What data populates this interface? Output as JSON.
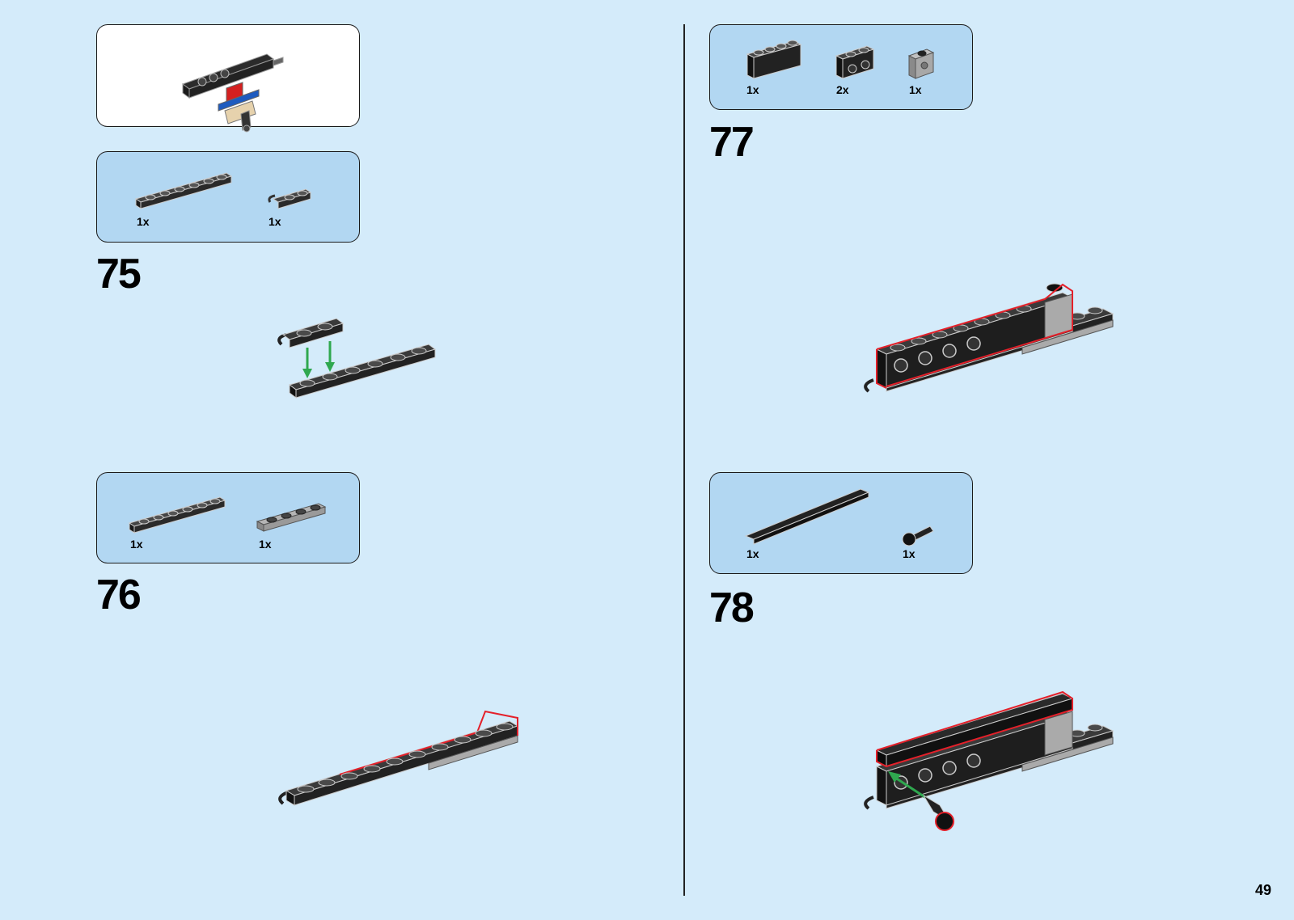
{
  "page": {
    "number": "49"
  },
  "left_column": {
    "preview": {
      "icon": "subassembly-preview"
    },
    "step_75": {
      "number": "75",
      "parts": [
        {
          "qty": "1x",
          "icon": "black-plate-1x6"
        },
        {
          "qty": "1x",
          "icon": "black-plate-1x2-with-clip"
        }
      ]
    },
    "step_76": {
      "number": "76",
      "parts": [
        {
          "qty": "1x",
          "icon": "black-plate-1x6"
        },
        {
          "qty": "1x",
          "icon": "grey-plate-1x4"
        }
      ]
    }
  },
  "right_column": {
    "step_77": {
      "number": "77",
      "parts": [
        {
          "qty": "1x",
          "icon": "black-brick-1x4"
        },
        {
          "qty": "2x",
          "icon": "black-technic-brick-1x2"
        },
        {
          "qty": "1x",
          "icon": "grey-brick-1x1-with-hole"
        }
      ]
    },
    "step_78": {
      "number": "78",
      "parts": [
        {
          "qty": "1x",
          "icon": "black-tile-1x8"
        },
        {
          "qty": "1x",
          "icon": "black-technic-pin-with-ball"
        }
      ]
    }
  },
  "colors": {
    "page_background": "#d4ebfa",
    "parts_box": "#b2d7f2",
    "arrow_green": "#2fa84f",
    "highlight_red": "#e4202a"
  }
}
